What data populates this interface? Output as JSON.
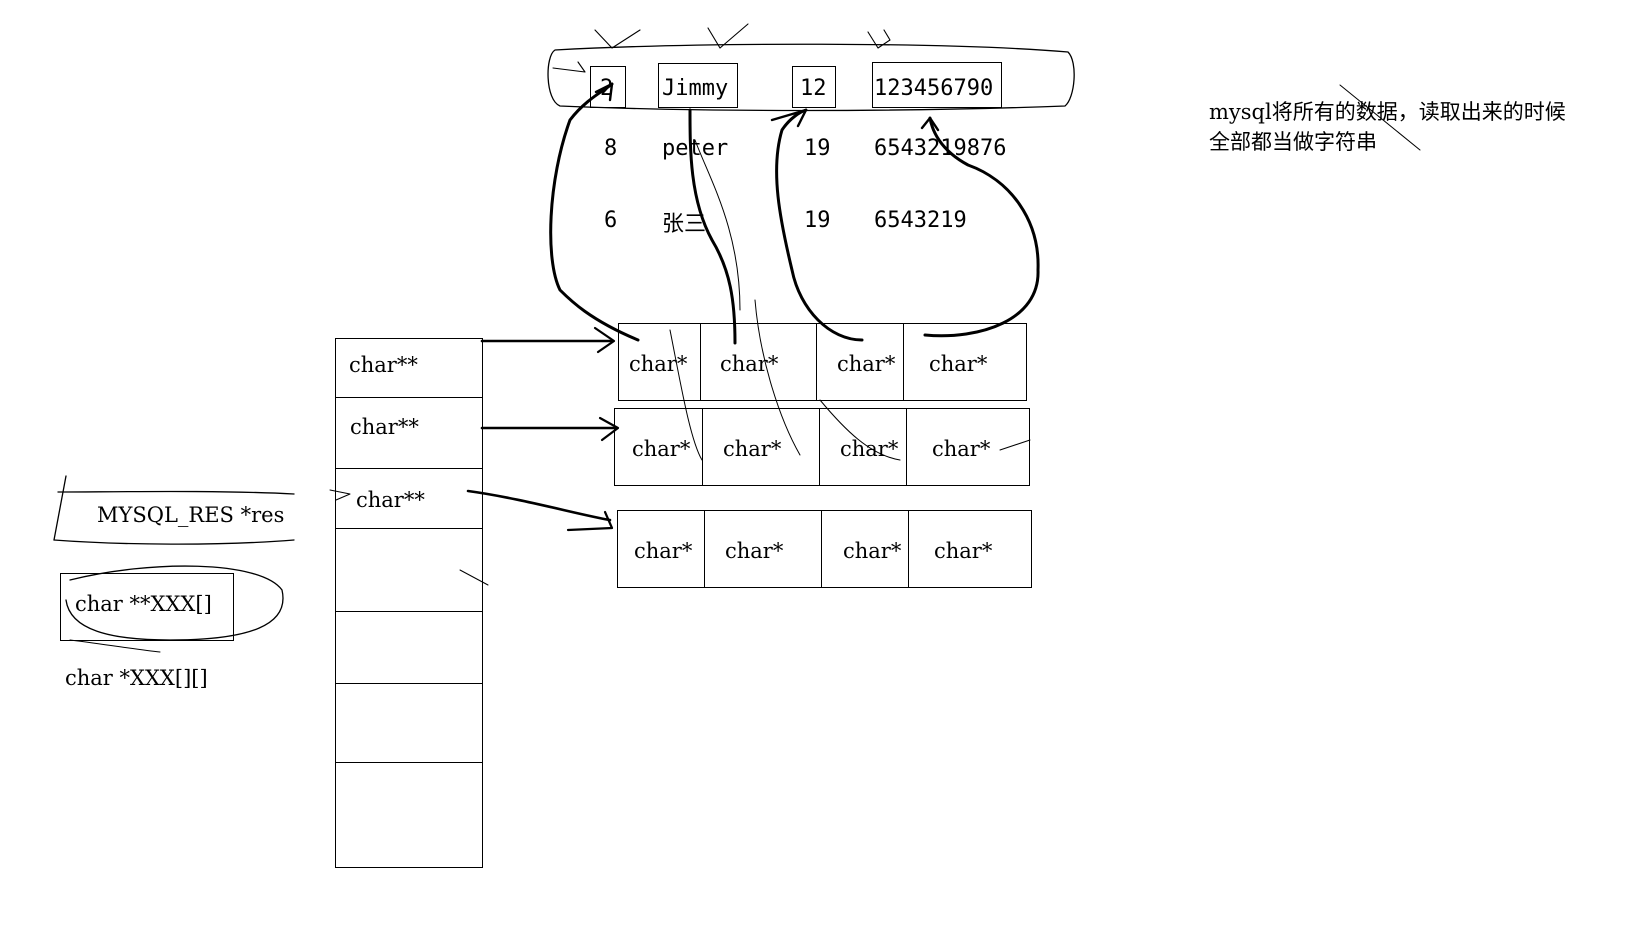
{
  "records": [
    [
      "2",
      "Jimmy",
      "12",
      "123456790"
    ],
    [
      "8",
      "peter",
      "19",
      "6543219876"
    ],
    [
      "6",
      "张三",
      "19",
      "6543219"
    ]
  ],
  "pointer_array": {
    "cells": [
      "char**",
      "char**",
      "char**",
      "",
      "",
      "",
      ""
    ]
  },
  "row_arrays": [
    [
      "char*",
      "char*",
      "char*",
      "char*"
    ],
    [
      "char*",
      "char*",
      "char*",
      "char*"
    ],
    [
      "char*",
      "char*",
      "char*",
      "char*"
    ]
  ],
  "left_labels": {
    "mysql_res": "MYSQL_RES *res",
    "decl_1": "char **XXX[]",
    "decl_2": "char *XXX[][]"
  },
  "note": {
    "line1": "mysql将所有的数据，读取出来的时候",
    "line2": "全部都当做字符串"
  },
  "colors": {
    "ink": "#000000",
    "background": "#ffffff"
  }
}
